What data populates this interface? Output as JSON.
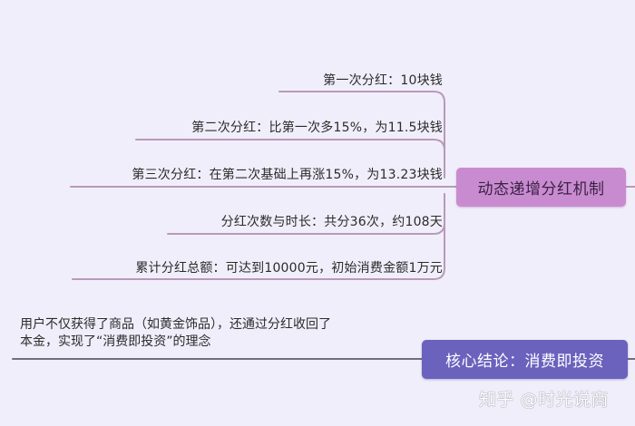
{
  "colors": {
    "background": "#f1eefb",
    "mechanism_node": "#c98bd0",
    "conclusion_node": "#6a62bd",
    "branch_line_mechanism": "#b89ab8",
    "branch_line_conclusion": "#6e6f80"
  },
  "mindmap": {
    "mechanism": {
      "title": "动态递增分红机制",
      "branches": [
        {
          "label": "第一次分红：10块钱"
        },
        {
          "label": "第二次分红：比第一次多15%，为11.5块钱"
        },
        {
          "label": "第三次分红：在第二次基础上再涨15%，为13.23块钱"
        },
        {
          "label": "分红次数与时长：共分36次，约108天"
        },
        {
          "label": "累计分红总额：可达到10000元，初始消费金额1万元"
        }
      ]
    },
    "conclusion": {
      "title": "核心结论：消费即投资",
      "note_line1": "用户不仅获得了商品（如黄金饰品），还通过分红收回了",
      "note_line2": "本金，实现了“消费即投资”的理念"
    }
  },
  "watermark": "知乎 @时光说商"
}
